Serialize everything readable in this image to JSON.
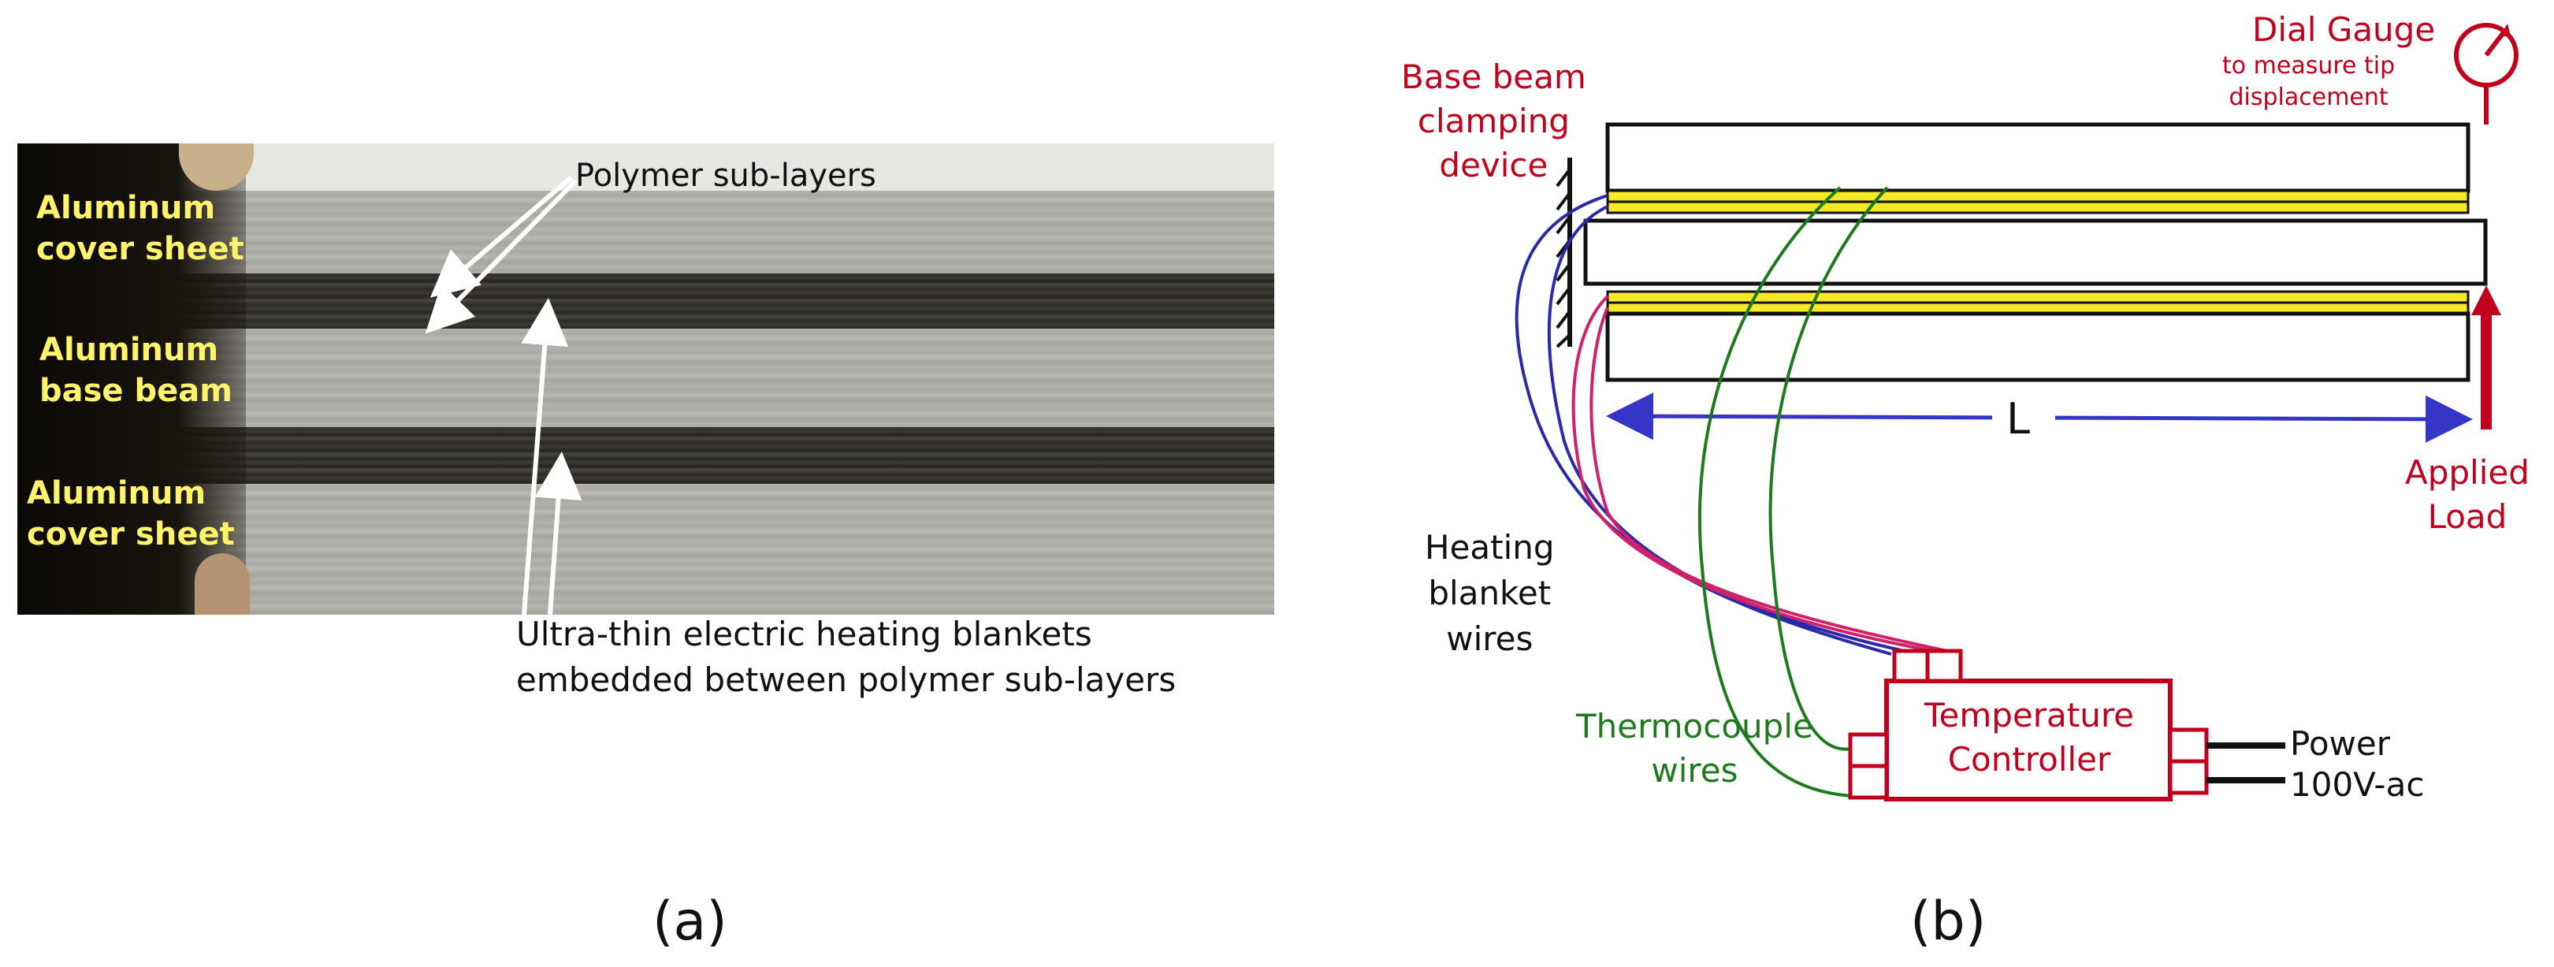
{
  "panel_a": {
    "label": "(a)",
    "labels": {
      "top_cover": [
        "Aluminum",
        "cover sheet"
      ],
      "base_beam": [
        "Aluminum",
        "base beam"
      ],
      "bottom_cover": [
        "Aluminum",
        "cover sheet"
      ]
    },
    "polymer_label": "Polymer sub-layers",
    "heating_caption": [
      "Ultra-thin electric heating blankets",
      "embedded between polymer sub-layers"
    ]
  },
  "panel_b": {
    "label": "(b)",
    "clamp_label": [
      "Base beam",
      "clamping",
      "device"
    ],
    "dial_gauge_title": "Dial Gauge",
    "dial_gauge_sub": [
      "to measure tip",
      "displacement"
    ],
    "length_symbol": "L",
    "applied_load": [
      "Applied",
      "Load"
    ],
    "heating_wires": [
      "Heating",
      "blanket",
      "wires"
    ],
    "thermocouple_wires": [
      "Thermocouple",
      "wires"
    ],
    "controller": [
      "Temperature",
      "Controller"
    ],
    "power": [
      "Power",
      "100V-ac"
    ],
    "colors": {
      "red": "#c0001d",
      "blue": "#2a2aa8",
      "magenta": "#d0206a",
      "green": "#1d7a1d",
      "yellow": "#f5e829",
      "dimension": "#3535c8"
    }
  }
}
